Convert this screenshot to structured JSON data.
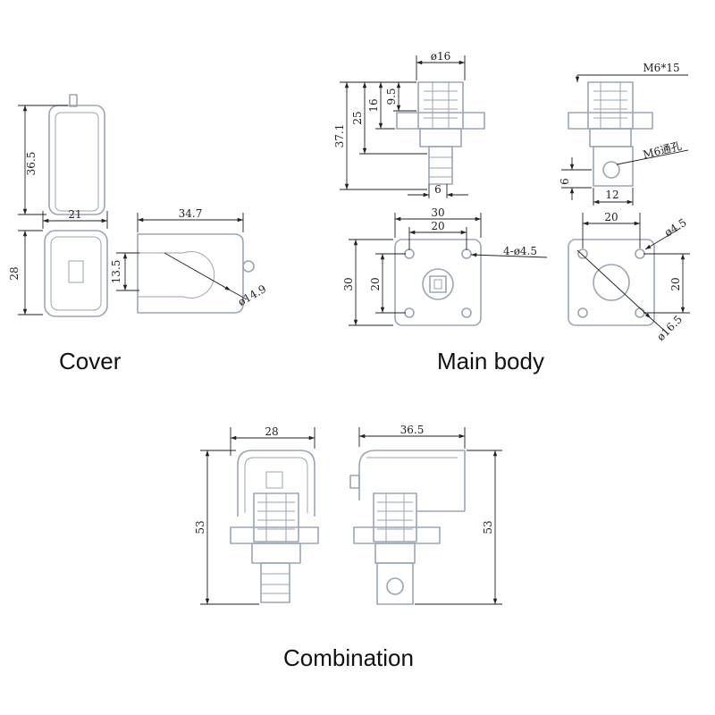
{
  "captions": {
    "cover": "Cover",
    "main_body": "Main body",
    "combination": "Combination"
  },
  "dimensions": {
    "cover_height": "36.5",
    "cover_width": "21",
    "cover_depth": "28",
    "cover_length": "34.7",
    "cover_slot": "13.5",
    "cover_hole": "ø14.9",
    "body_thread_dia": "ø16",
    "body_total_height": "37.1",
    "body_height_25": "25",
    "body_height_16": "16",
    "body_height_9_5": "9.5",
    "body_tab_width": "6",
    "body_bolt": "M6*15",
    "body_through_hole": "M6通孔",
    "body_side_6": "6",
    "body_side_12": "12",
    "base_width_30": "30",
    "base_pitch_20": "20",
    "base_height_30": "30",
    "base_pitch_v20": "20",
    "base_holes": "4-ø4.5",
    "base_b_pitch": "20",
    "base_b_hole": "ø4.5",
    "base_b_pitch_v": "20",
    "base_b_center": "ø16.5",
    "combo_width": "28",
    "combo_height_left": "53",
    "combo_length": "36.5",
    "combo_height_right": "53"
  }
}
